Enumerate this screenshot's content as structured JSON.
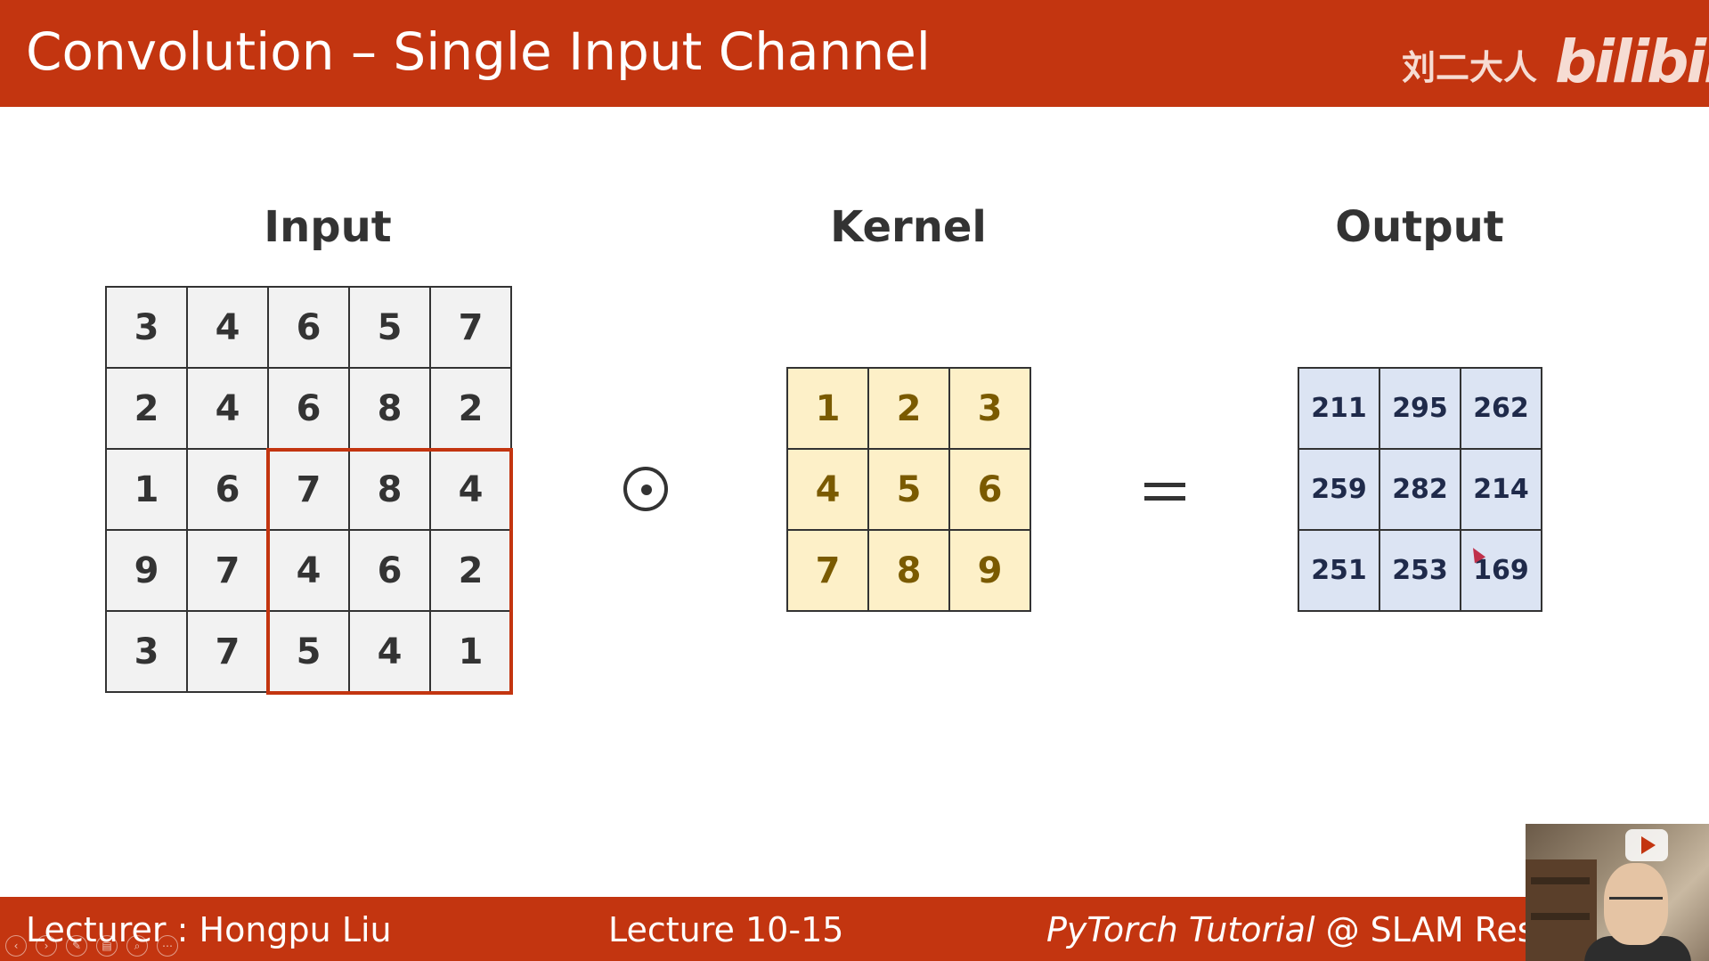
{
  "slide": {
    "title": "Convolution – Single Input Channel",
    "brand_cn": "刘二大人",
    "brand_logo": "bilibili"
  },
  "sections": {
    "input": "Input",
    "kernel": "Kernel",
    "output": "Output"
  },
  "input_matrix": [
    [
      3,
      4,
      6,
      5,
      7
    ],
    [
      2,
      4,
      6,
      8,
      2
    ],
    [
      1,
      6,
      7,
      8,
      4
    ],
    [
      9,
      7,
      4,
      6,
      2
    ],
    [
      3,
      7,
      5,
      4,
      1
    ]
  ],
  "kernel_matrix": [
    [
      1,
      2,
      3
    ],
    [
      4,
      5,
      6
    ],
    [
      7,
      8,
      9
    ]
  ],
  "output_matrix": [
    [
      211,
      295,
      262
    ],
    [
      259,
      282,
      214
    ],
    [
      251,
      253,
      169
    ]
  ],
  "footer": {
    "lecturer": "Lecturer : Hongpu Liu",
    "lecture": "Lecture 10-15",
    "tutorial_italic": "PyTorch Tutorial",
    "tutorial_rest": " @ SLAM Resea"
  },
  "icons": {
    "operator": "odot-icon",
    "equals": "equals-icon",
    "webcam_play": "play-icon",
    "controls": [
      "prev-icon",
      "next-icon",
      "pen-icon",
      "slides-icon",
      "zoom-icon",
      "more-icon"
    ]
  },
  "colors": {
    "accent": "#c33510",
    "kernel_fill": "#fdf0c8",
    "output_fill": "#dce4f3",
    "input_fill": "#f2f2f2"
  }
}
